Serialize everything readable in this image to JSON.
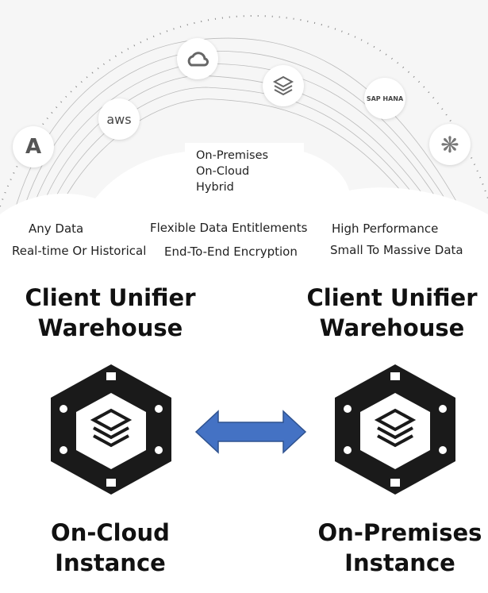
{
  "logos": [
    "azure-icon",
    "aws-icon",
    "google-cloud-icon",
    "databricks-icon",
    "sap-hana-icon",
    "snowflake-icon"
  ],
  "logo_text": {
    "aws": "aws",
    "sap": "SAP HANA"
  },
  "deployment": [
    "On-Premises",
    "On-Cloud",
    "Hybrid"
  ],
  "features": {
    "left": [
      "Any Data",
      "Real-time Or Historical"
    ],
    "center": [
      "Flexible Data Entitlements",
      "End-To-End Encryption"
    ],
    "right": [
      "High Performance",
      "Small To Massive Data"
    ]
  },
  "left": {
    "title_line1": "Client Unifier",
    "title_line2": "Warehouse",
    "instance_line1": "On-Cloud",
    "instance_line2": "Instance"
  },
  "right": {
    "title_line1": "Client Unifier",
    "title_line2": "Warehouse",
    "instance_line1": "On-Premises",
    "instance_line2": "Instance"
  },
  "colors": {
    "arrow": "#4472c4",
    "hex": "#1a1a1a"
  }
}
